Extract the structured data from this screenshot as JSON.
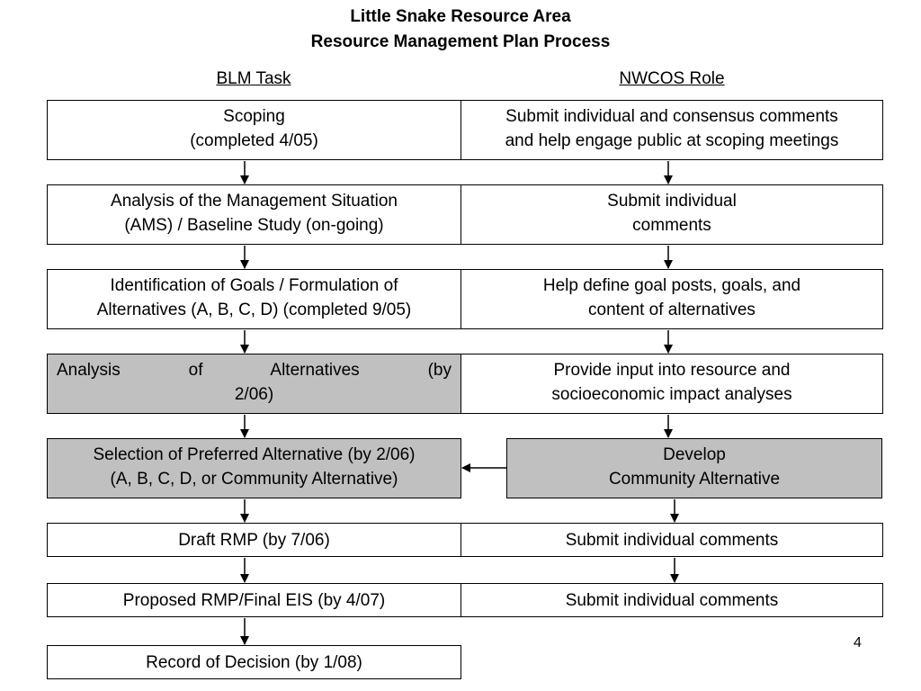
{
  "title_line1": "Little Snake Resource Area",
  "title_line2": "Resource Management Plan Process",
  "columns": {
    "left": "BLM Task",
    "right": "NWCOS Role"
  },
  "blm_tasks": [
    {
      "line1": "Scoping",
      "line2": "(completed 4/05)"
    },
    {
      "line1": "Analysis of the Management Situation",
      "line2": "(AMS) / Baseline Study (on-going)"
    },
    {
      "line1": "Identification of Goals / Formulation of",
      "line2": "Alternatives (A, B, C, D) (completed 9/05)"
    },
    {
      "line1a": "Analysis of Alternatives",
      "line1b": "(by",
      "line2": "2/06)"
    },
    {
      "line1": "Selection of Preferred Alternative (by 2/06)",
      "line2": "(A, B, C, D, or Community Alternative)"
    },
    {
      "line1": "Draft RMP (by 7/06)"
    },
    {
      "line1": "Proposed RMP/Final EIS (by 4/07)"
    },
    {
      "line1": "Record of Decision (by 1/08)"
    }
  ],
  "nwcos_roles": [
    {
      "line1": "Submit individual and consensus comments",
      "line2": "and help engage public at scoping meetings"
    },
    {
      "line1": "Submit individual",
      "line2": "comments"
    },
    {
      "line1": "Help define goal posts, goals, and",
      "line2": "content of alternatives"
    },
    {
      "line1": "Provide input into resource and",
      "line2": "socioeconomic impact analyses"
    },
    {
      "line1": "Develop",
      "line2": "Community Alternative"
    },
    {
      "line1": "Submit individual comments"
    },
    {
      "line1": "Submit individual comments"
    }
  ],
  "page_number": "4",
  "colors": {
    "shaded_fill": "#c0c0c0",
    "border": "#000000"
  }
}
